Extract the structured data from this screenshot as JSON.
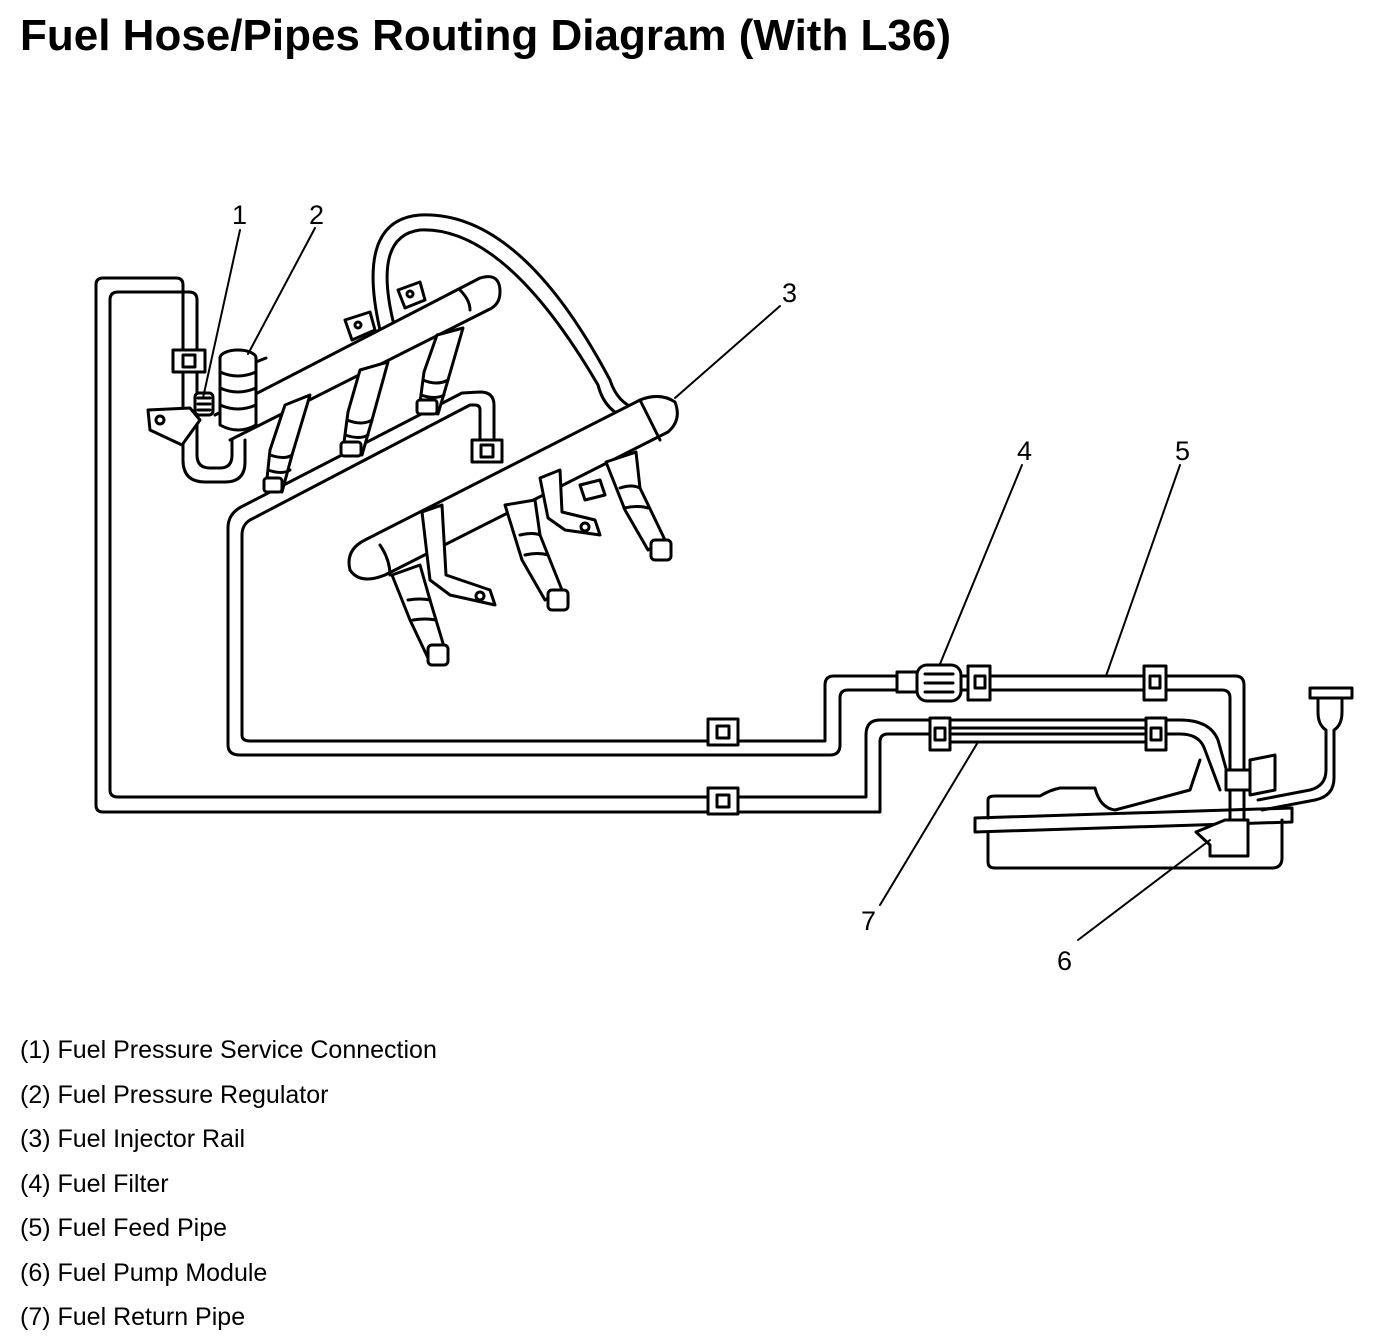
{
  "title": "Fuel Hose/Pipes Routing Diagram (With L36)",
  "callouts": [
    {
      "number": "1",
      "target": "fuel-pressure-service-connection"
    },
    {
      "number": "2",
      "target": "fuel-pressure-regulator"
    },
    {
      "number": "3",
      "target": "fuel-injector-rail"
    },
    {
      "number": "4",
      "target": "fuel-filter"
    },
    {
      "number": "5",
      "target": "fuel-feed-pipe"
    },
    {
      "number": "6",
      "target": "fuel-pump-module"
    },
    {
      "number": "7",
      "target": "fuel-return-pipe"
    }
  ],
  "legend": [
    "(1) Fuel Pressure Service Connection",
    "(2) Fuel Pressure Regulator",
    "(3) Fuel Injector Rail",
    "(4) Fuel Filter",
    "(5) Fuel Feed Pipe",
    "(6) Fuel Pump Module",
    "(7) Fuel Return Pipe"
  ],
  "colors": {
    "line": "#000000",
    "background": "#ffffff"
  }
}
